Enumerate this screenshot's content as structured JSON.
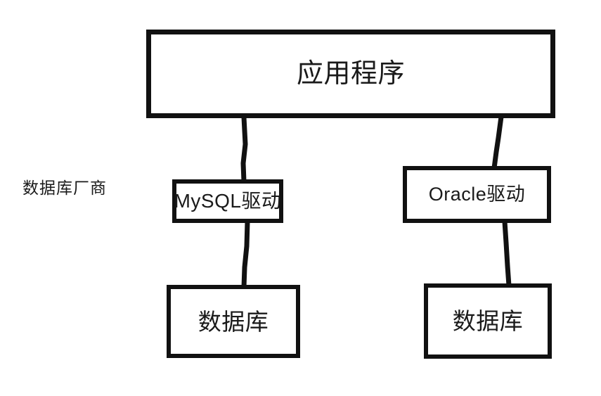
{
  "diagram": {
    "title": "JDBC driver architecture diagram",
    "background_color": "#ffffff",
    "stroke_color": "#111111",
    "text_color": "#1a1a1a",
    "annotations": [
      {
        "id": "vendor",
        "text": "数据库厂商"
      }
    ],
    "nodes": [
      {
        "id": "app",
        "label": "应用程序",
        "shape": "rectangle"
      },
      {
        "id": "mysql_driver",
        "label": "MySQL驱动",
        "shape": "rectangle"
      },
      {
        "id": "oracle_driver",
        "label": "Oracle驱动",
        "shape": "rectangle"
      },
      {
        "id": "db_left",
        "label": "数据库",
        "shape": "rectangle"
      },
      {
        "id": "db_right",
        "label": "数据库",
        "shape": "rectangle"
      }
    ],
    "edges": [
      {
        "id": "app-to-mysql",
        "from": "app",
        "to": "mysql_driver",
        "style": "solid",
        "arrow": "none"
      },
      {
        "id": "app-to-oracle",
        "from": "app",
        "to": "oracle_driver",
        "style": "solid",
        "arrow": "none"
      },
      {
        "id": "mysql-to-db",
        "from": "mysql_driver",
        "to": "db_left",
        "style": "solid",
        "arrow": "none"
      },
      {
        "id": "oracle-to-db",
        "from": "oracle_driver",
        "to": "db_right",
        "style": "solid",
        "arrow": "none"
      }
    ]
  }
}
